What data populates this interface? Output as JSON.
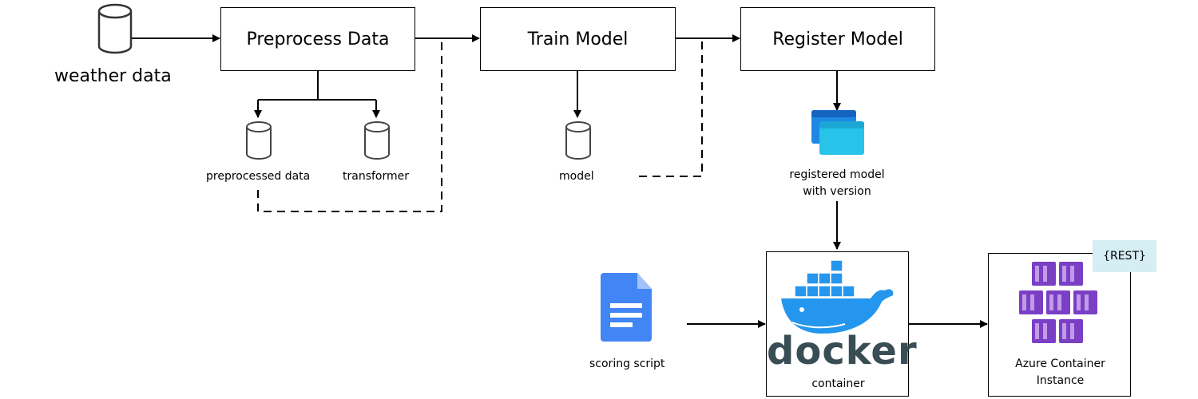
{
  "nodes": {
    "weather_data": "weather data",
    "preprocess": "Preprocess Data",
    "preprocessed_data": "preprocessed data",
    "transformer": "transformer",
    "train": "Train Model",
    "model": "model",
    "register": "Register Model",
    "registered_model_line1": "registered model",
    "registered_model_line2": "with version",
    "scoring_script": "scoring script",
    "docker_word": "docker",
    "container": "container",
    "aci_line1": "Azure Container",
    "aci_line2": "Instance",
    "rest": "{REST}"
  },
  "colors": {
    "docker_blue": "#2496ed",
    "docker_navy": "#394d54",
    "aci_purple": "#7a3fc5",
    "registered_blue": "#1e88e5",
    "registered_cyan": "#27c3e8",
    "script_blue": "#4285f4",
    "rest_bg": "#d5eef3"
  },
  "icons": {
    "database": "database-icon",
    "registered_model": "registered-model-icon",
    "scoring_script": "document-icon",
    "docker": "docker-icon",
    "aci": "container-instance-icon"
  }
}
